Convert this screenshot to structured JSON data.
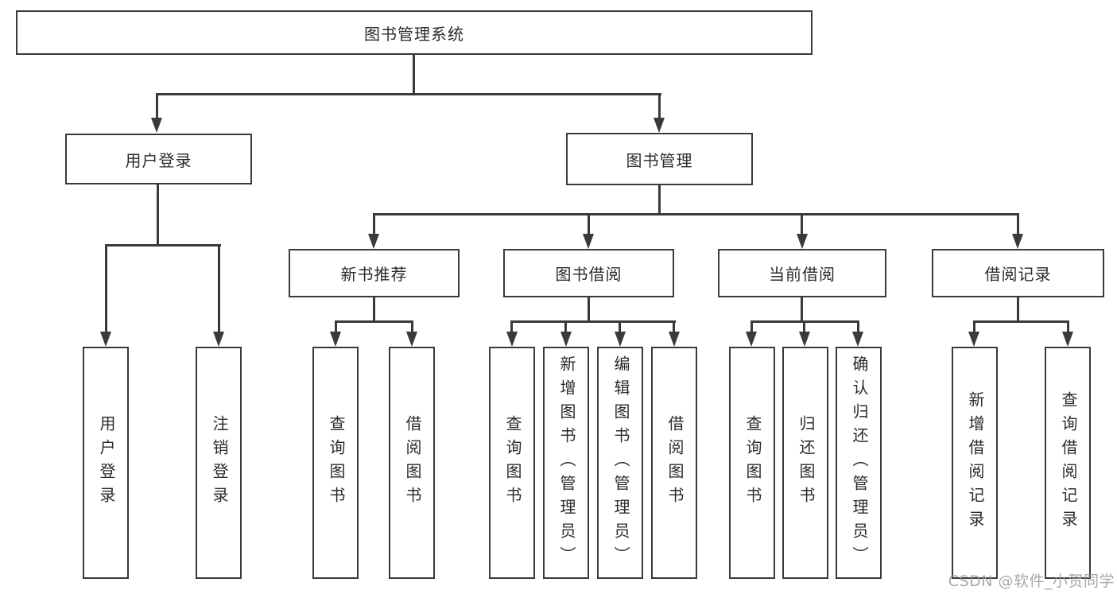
{
  "colors": {
    "line": "#3a3a3a",
    "text": "#2b2b2b",
    "watermark": "#979aa3"
  },
  "watermark": "CSDN @软件_小贺同学",
  "tree": {
    "label": "图书管理系统",
    "children": [
      {
        "label": "用户登录",
        "children": [
          {
            "label": "用户登录"
          },
          {
            "label": "注销登录"
          }
        ]
      },
      {
        "label": "图书管理",
        "children": [
          {
            "label": "新书推荐",
            "children": [
              {
                "label": "查询图书"
              },
              {
                "label": "借阅图书"
              }
            ]
          },
          {
            "label": "图书借阅",
            "children": [
              {
                "label": "查询图书"
              },
              {
                "label": "新增图书（管理员）"
              },
              {
                "label": "编辑图书（管理员）"
              },
              {
                "label": "借阅图书"
              }
            ]
          },
          {
            "label": "当前借阅",
            "children": [
              {
                "label": "查询图书"
              },
              {
                "label": "归还图书"
              },
              {
                "label": "确认归还（管理员）"
              }
            ]
          },
          {
            "label": "借阅记录",
            "children": [
              {
                "label": "新增借阅记录"
              },
              {
                "label": "查询借阅记录"
              }
            ]
          }
        ]
      }
    ]
  }
}
